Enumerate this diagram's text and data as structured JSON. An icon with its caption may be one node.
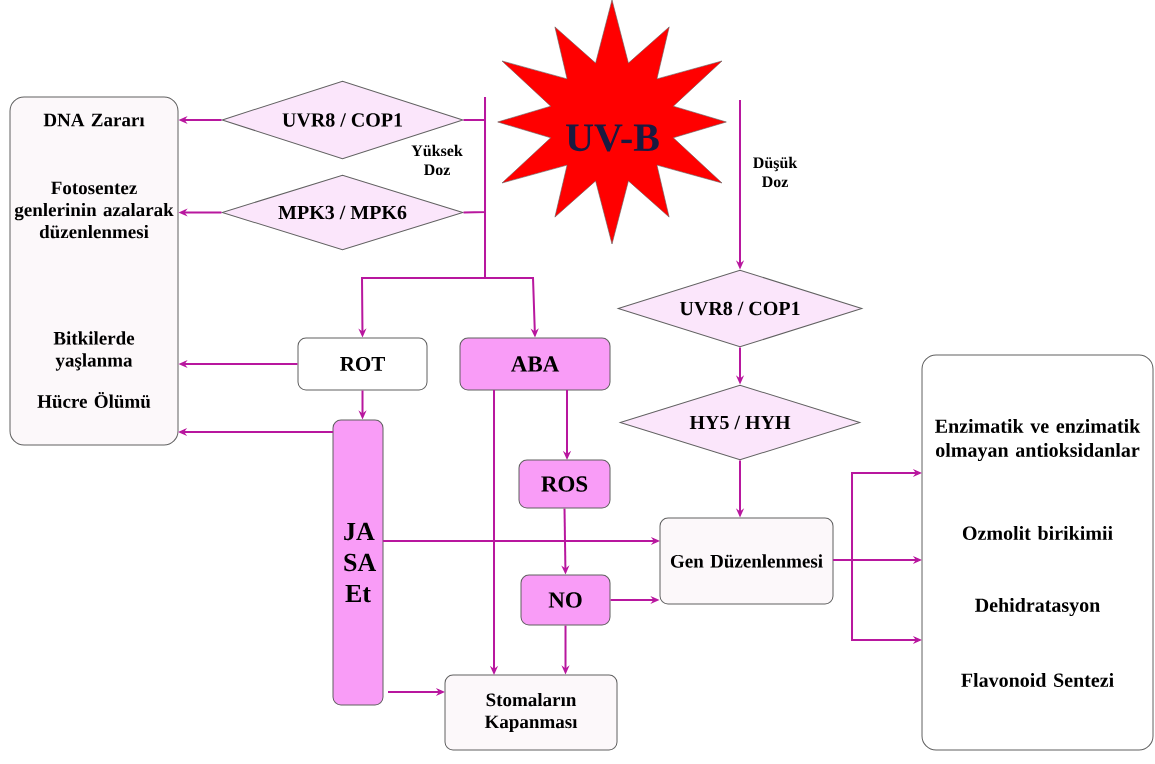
{
  "diagram": {
    "nodes": [
      {
        "text": [
          "UV-B"
        ]
      },
      {
        "text": [
          "UVR8 / COP1"
        ]
      },
      {
        "text": [
          "MPK3 / MPK6"
        ]
      },
      {
        "text": [
          "DNA Zararı",
          "Fotosentez genlerinin azalarak düzenlenmesi",
          "Bitkilerde yaşlanma",
          "Hücre Ölümü"
        ]
      },
      {
        "text": [
          "ROT"
        ]
      },
      {
        "text": [
          "ABA"
        ]
      },
      {
        "text": [
          "UVR8 / COP1"
        ]
      },
      {
        "text": [
          "HY5 / HYH"
        ]
      },
      {
        "text": [
          "JA SA Et"
        ]
      },
      {
        "text": [
          "ROS"
        ]
      },
      {
        "text": [
          "NO"
        ]
      },
      {
        "text": [
          "Gen Düzenlenmesi"
        ]
      },
      {
        "text": [
          "Stomaların Kapanması"
        ]
      },
      {
        "text": [
          "Enzimatik ve enzimatik olmayan antioksidanlar",
          "Ozmolit birikimii",
          "Dehidratasyon",
          "Flavonoid Sentezi"
        ]
      }
    ],
    "edges": [
      {
        "from": 0,
        "to": 1,
        "arrow": "none"
      },
      {
        "from": 0,
        "to": 2,
        "arrow": "none"
      },
      {
        "from": 0,
        "to": 4,
        "arrow": "to"
      },
      {
        "from": 0,
        "to": 5,
        "arrow": "to"
      },
      {
        "from": 1,
        "to": 3,
        "arrow": "to"
      },
      {
        "from": 2,
        "to": 3,
        "arrow": "to"
      },
      {
        "from": 0,
        "to": 6,
        "arrow": "to"
      },
      {
        "from": 6,
        "to": 7,
        "arrow": "to"
      },
      {
        "from": 7,
        "to": 11,
        "arrow": "to"
      },
      {
        "from": 4,
        "to": 3,
        "arrow": "to"
      },
      {
        "from": 4,
        "to": 8,
        "arrow": "to"
      },
      {
        "from": 8,
        "to": 3,
        "arrow": "to"
      },
      {
        "from": 5,
        "to": 9,
        "arrow": "to"
      },
      {
        "from": 5,
        "to": 12,
        "arrow": "to"
      },
      {
        "from": 9,
        "to": 10,
        "arrow": "to"
      },
      {
        "from": 10,
        "to": 12,
        "arrow": "to"
      },
      {
        "from": 10,
        "to": 11,
        "arrow": "to"
      },
      {
        "from": 8,
        "to": 11,
        "arrow": "to"
      },
      {
        "from": 8,
        "to": 12,
        "arrow": "to"
      },
      {
        "from": 11,
        "to": 13,
        "arrow": "to"
      },
      {
        "from": 11,
        "to": 13,
        "arrow": "to"
      },
      {
        "from": 11,
        "to": 13,
        "arrow": "to"
      }
    ],
    "labels": [
      "Yüksek Doz",
      "Düşük Doz"
    ]
  }
}
